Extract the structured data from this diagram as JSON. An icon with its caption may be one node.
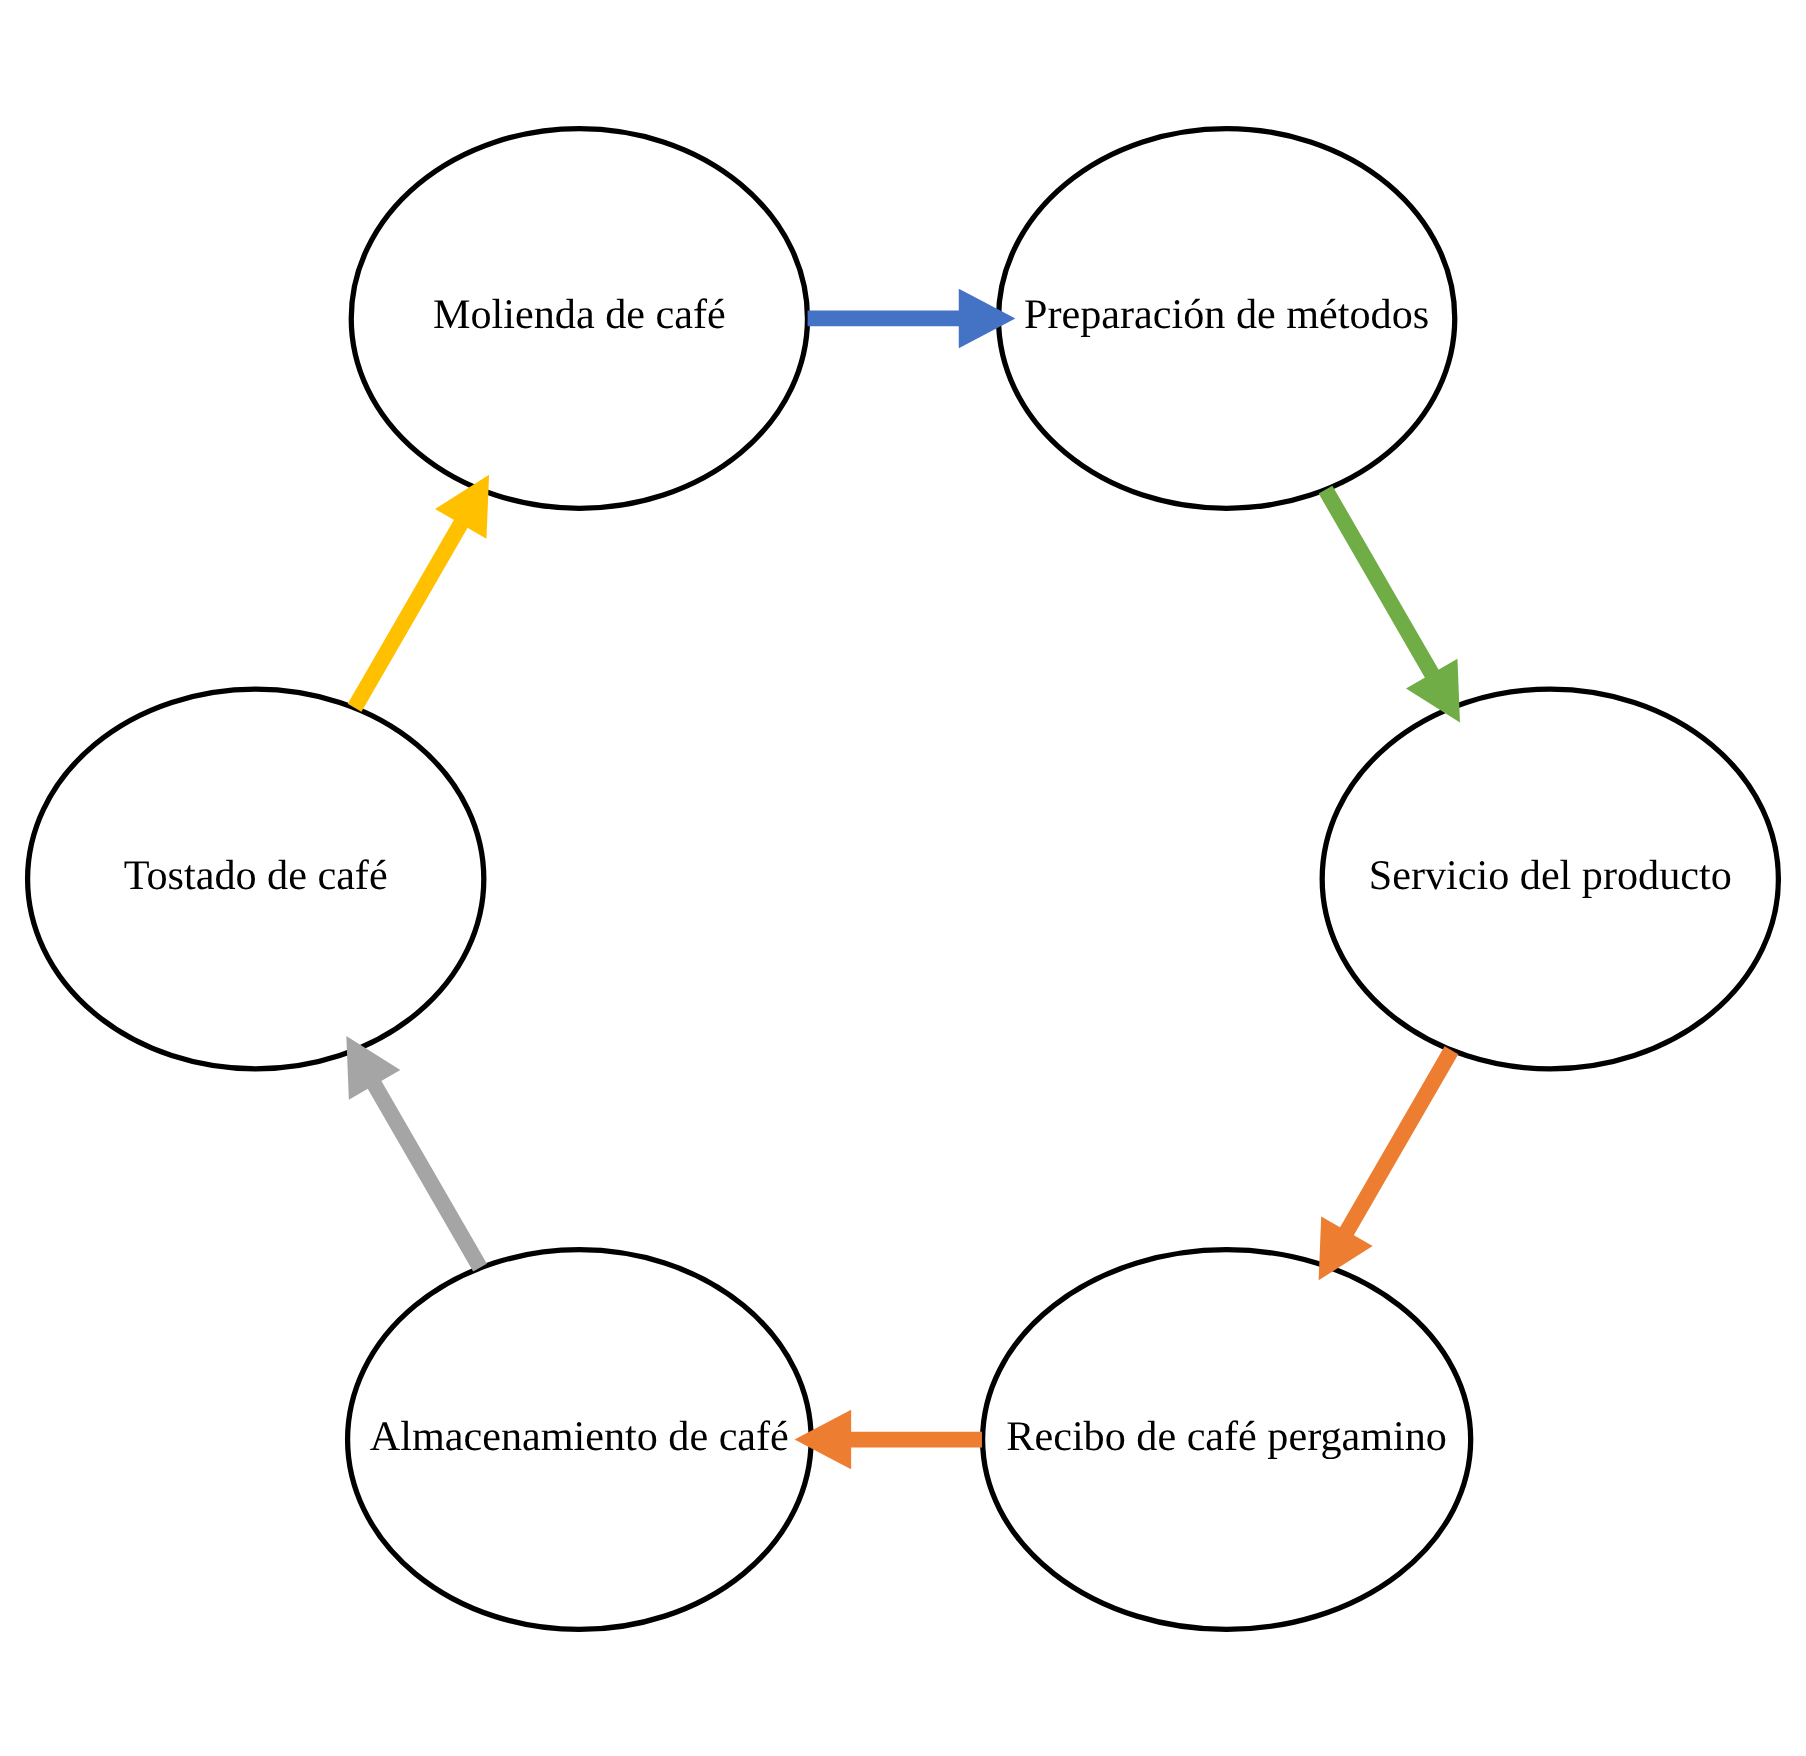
{
  "diagram": {
    "nodes": [
      {
        "text": [
          "Recibo de café pergamino"
        ]
      },
      {
        "text": [
          "Almacenamiento de café"
        ]
      },
      {
        "text": [
          "Tostado de café"
        ]
      },
      {
        "text": [
          "Molienda de café"
        ]
      },
      {
        "text": [
          "Preparación de métodos"
        ]
      },
      {
        "text": [
          "Servicio del producto"
        ]
      }
    ],
    "edges": [
      {
        "from": 0,
        "to": 1,
        "arrow": "to",
        "color": "#ed7d31"
      },
      {
        "from": 1,
        "to": 2,
        "arrow": "to",
        "color": "#a5a5a5"
      },
      {
        "from": 2,
        "to": 3,
        "arrow": "to",
        "color": "#ffc000"
      },
      {
        "from": 3,
        "to": 4,
        "arrow": "to",
        "color": "#4472c4"
      },
      {
        "from": 4,
        "to": 5,
        "arrow": "to",
        "color": "#70ad47"
      },
      {
        "from": 5,
        "to": 0,
        "arrow": "to",
        "color": "#ed7d31"
      }
    ]
  }
}
